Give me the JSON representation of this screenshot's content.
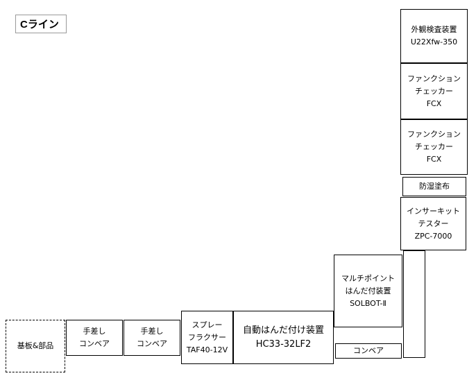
{
  "title": "Cライン",
  "boxes": {
    "inspection": {
      "line1": "外観検査装置",
      "line2": "U22Xfw-350"
    },
    "fct1": {
      "line1": "ファンクション",
      "line2": "チェッカー",
      "line3": "FCX"
    },
    "fct2": {
      "line1": "ファンクション",
      "line2": "チェッカー",
      "line3": "FCX"
    },
    "coating": {
      "line1": "防湿塗布"
    },
    "ict": {
      "line1": "インサーキット",
      "line2": "テスター",
      "line3": "ZPC-7000"
    },
    "multipoint": {
      "line1": "マルチポイント",
      "line2": "はんだ付装置",
      "line3": "SOLBOT-Ⅱ"
    },
    "auto_solder": {
      "line1": "自動はんだ付け装置",
      "line2": "HC33-32LF2"
    },
    "conveyor_small": {
      "line1": "コンベア"
    },
    "spray": {
      "line1": "スプレー",
      "line2": "フラクサー",
      "line3": "TAF40-12V"
    },
    "manual2": {
      "line1": "手差し",
      "line2": "コンベア"
    },
    "manual1": {
      "line1": "手差し",
      "line2": "コンベア"
    },
    "board": {
      "line1": "基板&部品"
    }
  }
}
